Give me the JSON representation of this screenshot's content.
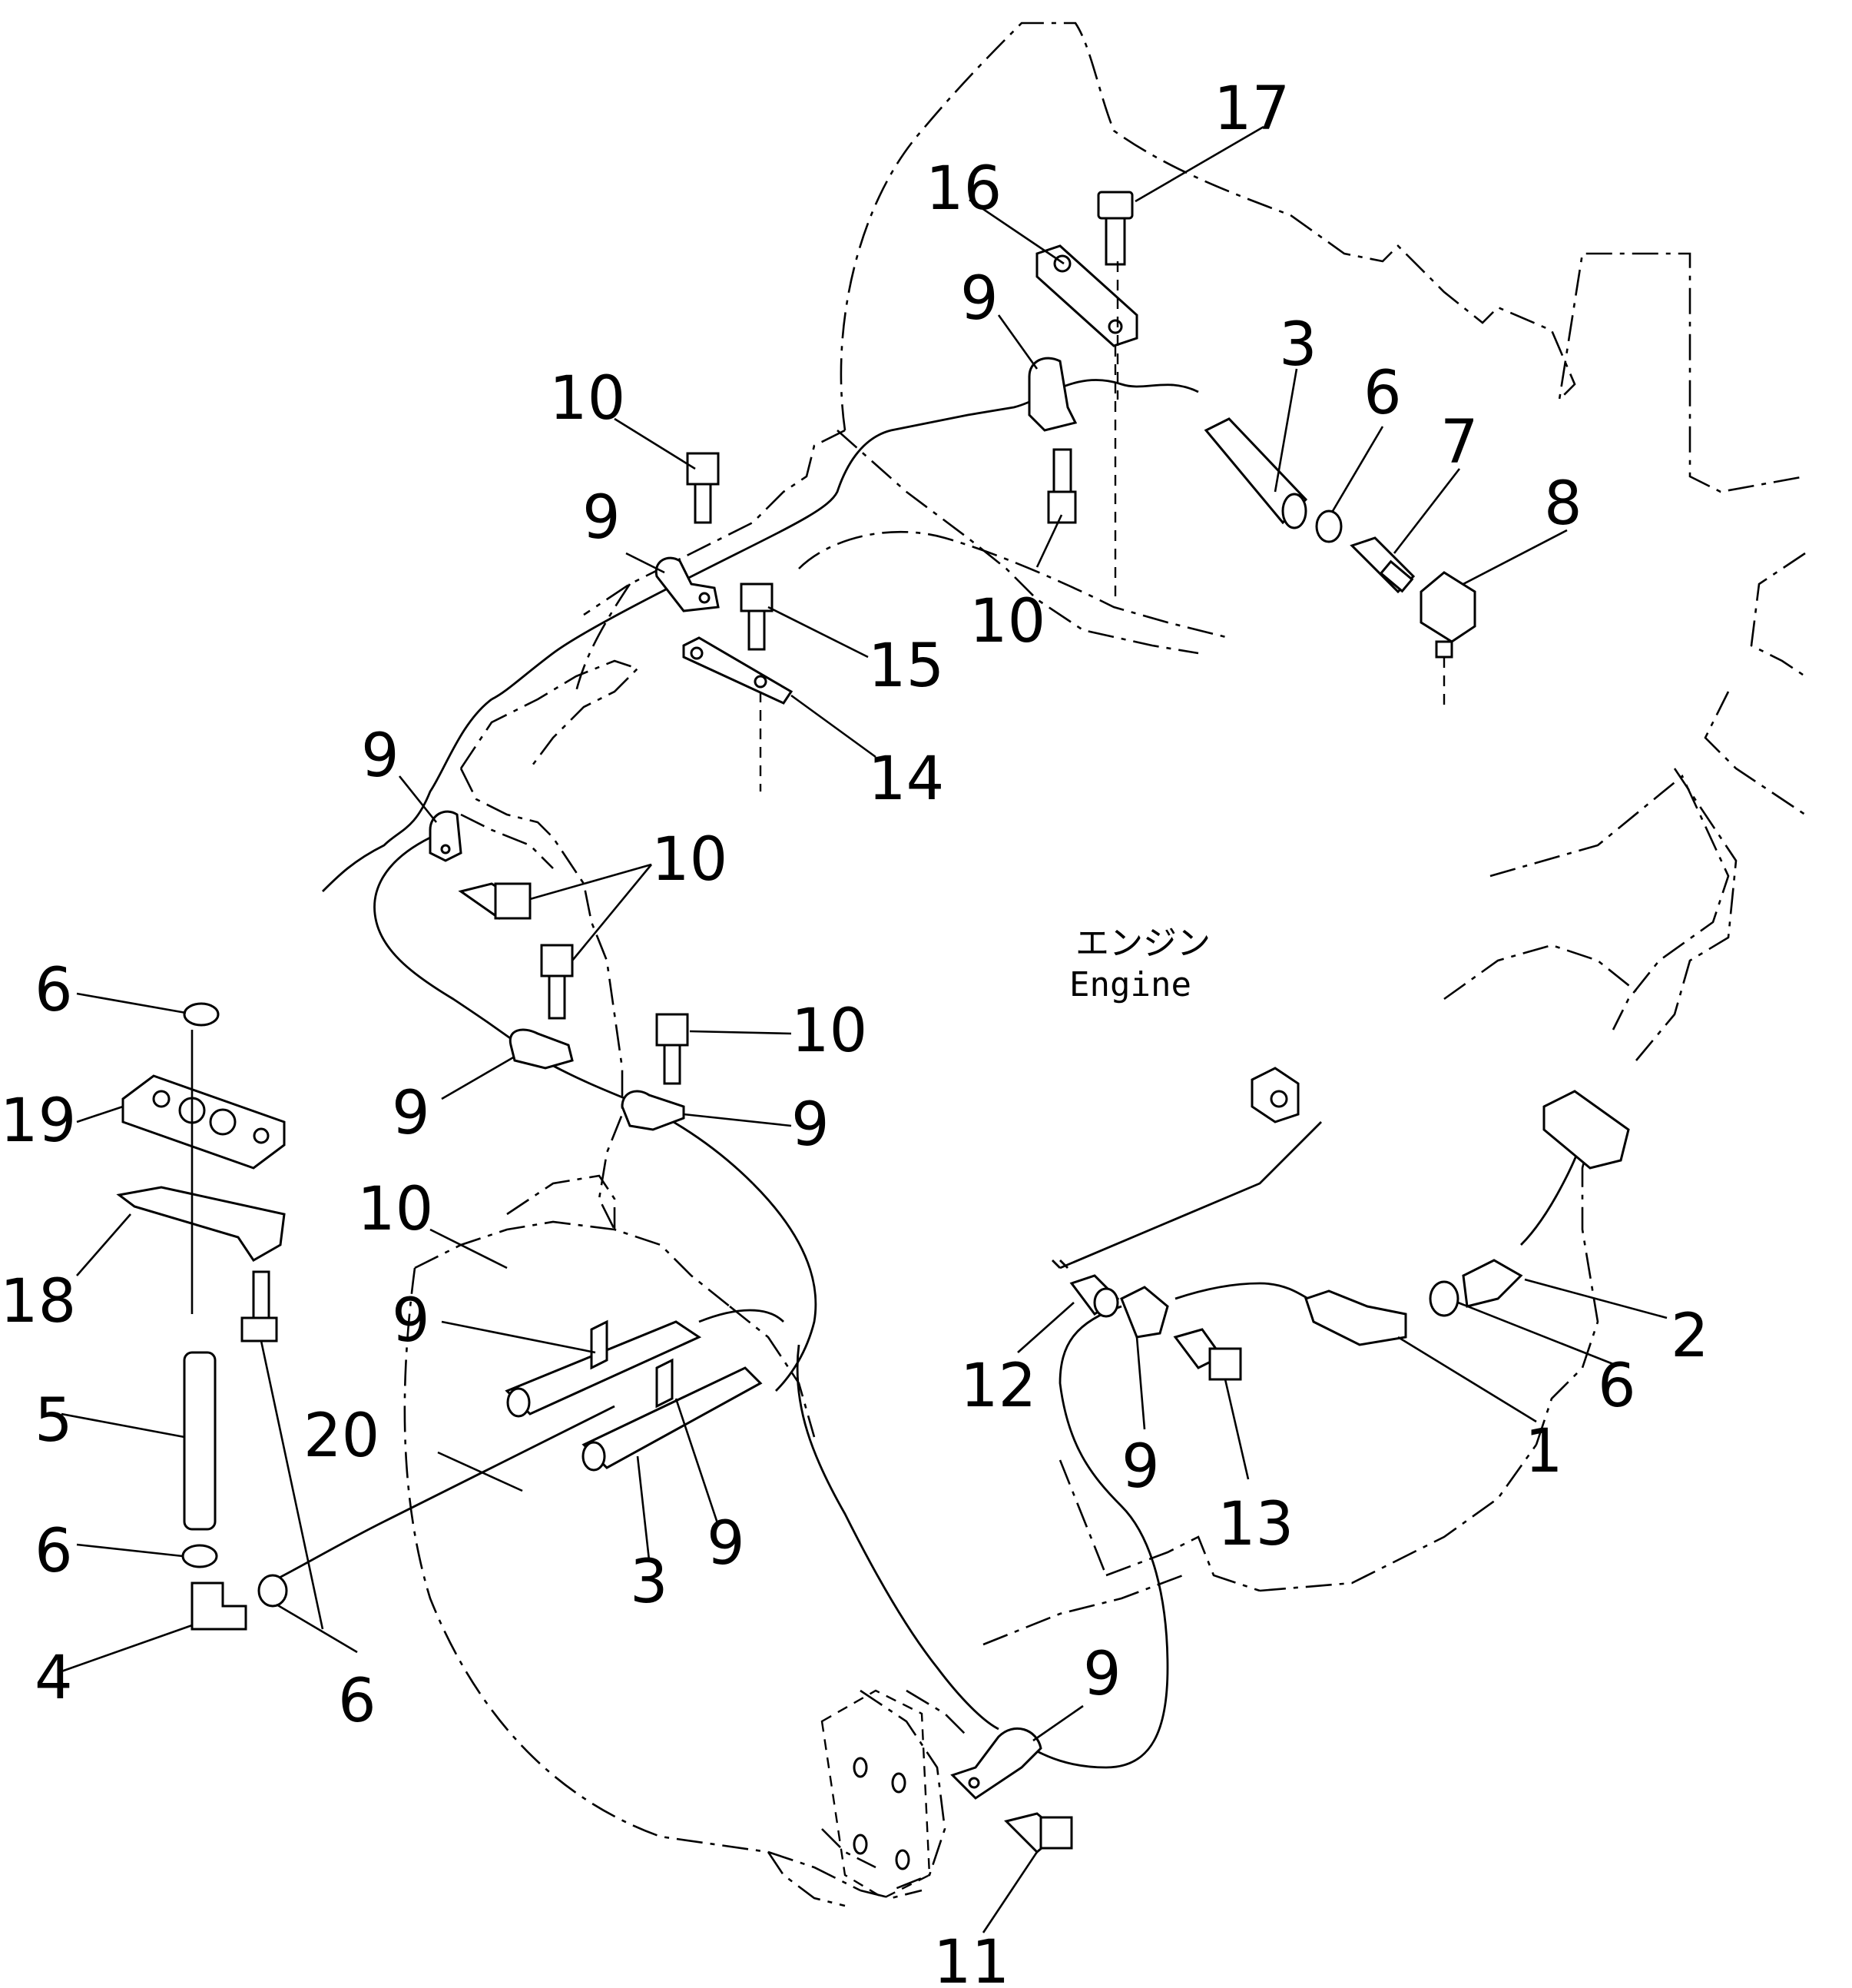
{
  "engine_label": {
    "japanese": "エンジン",
    "english": "Engine"
  },
  "callouts": [
    {
      "id": "c17",
      "label": "17"
    },
    {
      "id": "c16",
      "label": "16"
    },
    {
      "id": "c9a",
      "label": "9"
    },
    {
      "id": "c3a",
      "label": "3"
    },
    {
      "id": "c6a",
      "label": "6"
    },
    {
      "id": "c7",
      "label": "7"
    },
    {
      "id": "c8",
      "label": "8"
    },
    {
      "id": "c10a",
      "label": "10"
    },
    {
      "id": "c9b",
      "label": "9"
    },
    {
      "id": "c10b",
      "label": "10"
    },
    {
      "id": "c15",
      "label": "15"
    },
    {
      "id": "c9c",
      "label": "9"
    },
    {
      "id": "c14",
      "label": "14"
    },
    {
      "id": "c10c",
      "label": "10"
    },
    {
      "id": "c6b",
      "label": "6"
    },
    {
      "id": "c10d",
      "label": "10"
    },
    {
      "id": "c19",
      "label": "19"
    },
    {
      "id": "c9d",
      "label": "9"
    },
    {
      "id": "c9e",
      "label": "9"
    },
    {
      "id": "c18",
      "label": "18"
    },
    {
      "id": "c10e",
      "label": "10"
    },
    {
      "id": "c9f",
      "label": "9"
    },
    {
      "id": "c2",
      "label": "2"
    },
    {
      "id": "c12",
      "label": "12"
    },
    {
      "id": "c6c",
      "label": "6"
    },
    {
      "id": "c20",
      "label": "20"
    },
    {
      "id": "c5",
      "label": "5"
    },
    {
      "id": "c1",
      "label": "1"
    },
    {
      "id": "c9g",
      "label": "9"
    },
    {
      "id": "c13",
      "label": "13"
    },
    {
      "id": "c9h",
      "label": "9"
    },
    {
      "id": "c6d",
      "label": "6"
    },
    {
      "id": "c3b",
      "label": "3"
    },
    {
      "id": "c4",
      "label": "4"
    },
    {
      "id": "c6e",
      "label": "6"
    },
    {
      "id": "c9i",
      "label": "9"
    },
    {
      "id": "c11",
      "label": "11"
    }
  ]
}
